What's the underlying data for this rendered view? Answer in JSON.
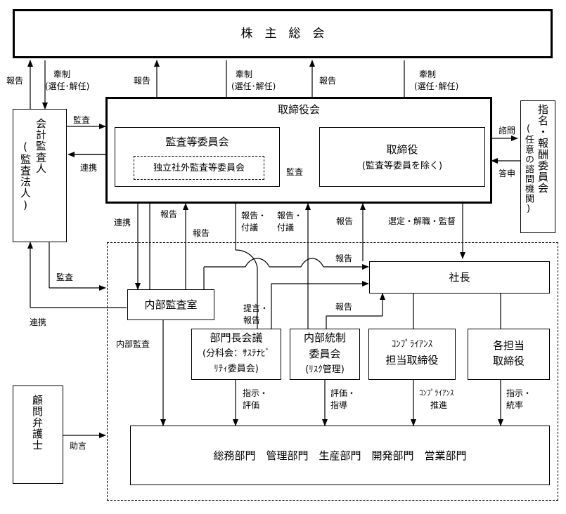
{
  "boxes": {
    "shareholders": "株　主　総　会",
    "board": "取締役会",
    "audit_committee": "監査等委員会",
    "independent_committee": "独立社外監査等委員会",
    "directors": "取締役",
    "directors_sub": "(監査等委員を除く)",
    "accounting_auditor": "会計監査人",
    "accounting_auditor_sub": "(監査法人)",
    "nomination_committee": "指名・報酬委員会",
    "nomination_committee_sub": "(任意の諮問機関)",
    "president": "社長",
    "internal_audit": "内部監査室",
    "dept_heads_line1": "部門長会議",
    "dept_heads_line2": "(分科会：ｻｽﾃﾅﾋﾞ",
    "dept_heads_line3": "ﾘﾃｨ委員会)",
    "internal_control_line1": "内部統制",
    "internal_control_line2": "委員会",
    "internal_control_line3": "(ﾘｽｸ管理)",
    "compliance_line1": "ｺﾝﾌﾟﾗｲｱﾝｽ",
    "compliance_line2": "担当取締役",
    "each_director_line1": "各担当",
    "each_director_line2": "取締役",
    "counsel": "顧問弁護士",
    "departments": "総務部門　管理部門　生産部門　開発部門　営業部門"
  },
  "labels": {
    "report_a": "報告",
    "control_a_1": "牽制",
    "control_a_2": "(選任･解任)",
    "report_b": "報告",
    "control_b_1": "牽制",
    "control_b_2": "(選任･解任)",
    "report_c": "報告",
    "control_c_1": "牽制",
    "control_c_2": "(選任･解任)",
    "audit_1": "監査",
    "coop_1": "連携",
    "audit_2": "監査",
    "consult": "諮問",
    "answer": "答申",
    "coop_2": "連携",
    "report_d": "報告",
    "report_e": "報告",
    "report_f_1": "報告・",
    "report_f_2": "付議",
    "report_g_1": "報告・",
    "report_g_2": "付議",
    "report_h": "報告",
    "appoint": "選定・解職・監督",
    "audit_3": "監査",
    "coop_3": "連携",
    "report_i": "報告",
    "propose_1": "提言・",
    "propose_2": "報告",
    "report_j": "報告",
    "internal_audit_label": "内部監査",
    "instruct_1": "指示・",
    "instruct_2": "評価",
    "evaluate_1": "評価・",
    "evaluate_2": "指導",
    "compliance_promo_1": "ｺﾝﾌﾟﾗｲｱﾝｽ",
    "compliance_promo_2": "推進",
    "instruct_lead_1": "指示・",
    "instruct_lead_2": "統率",
    "advice": "助言"
  }
}
